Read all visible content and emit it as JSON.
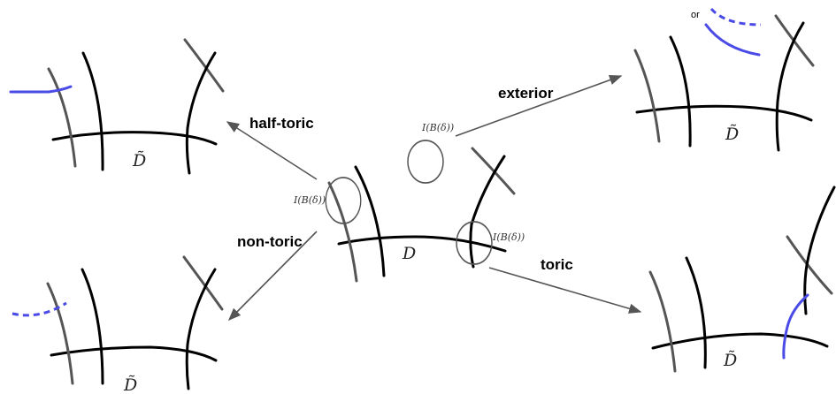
{
  "labels": {
    "half_toric": "half-toric",
    "non_toric": "non-toric",
    "exterior": "exterior",
    "toric": "toric",
    "or": "or"
  },
  "math": {
    "D_center": "D",
    "D_tilde": "D̃",
    "ball_image": "I(B(δ))"
  },
  "colors": {
    "black_curve": "#000000",
    "gray_curve": "#555555",
    "blue_curve": "#4a4ae6"
  }
}
